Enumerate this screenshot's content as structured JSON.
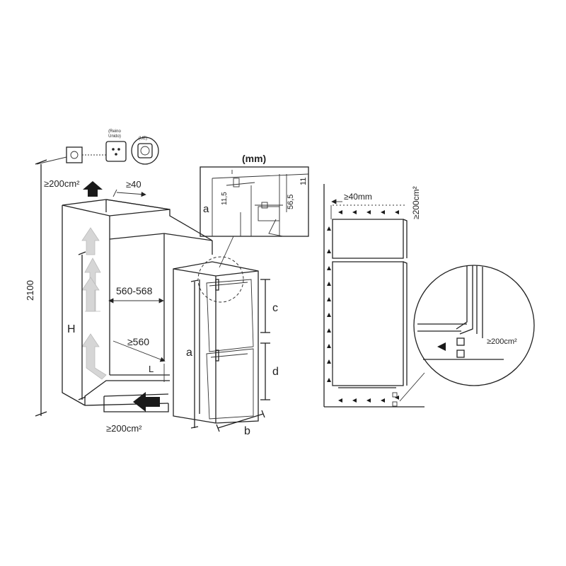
{
  "labels": {
    "height_total": "2100",
    "vent_top": "≥200cm²",
    "gap_top": "≥40",
    "niche_width": "560-568",
    "niche_depth": "≥560",
    "niche_height": "H",
    "plinth_L": "L",
    "vent_bottom": "≥200cm²",
    "unit_height": "a",
    "upper_door": "c",
    "lower_door": "d",
    "door_width": "b",
    "mm": "(mm)",
    "detail_a": "a",
    "detail_11_5": "11,5",
    "detail_56_5": "56,5",
    "detail_11": "11",
    "socket_uk_label_1": "(Reino",
    "socket_uk_label_2": "Unido)",
    "socket_eu_label": "(UE)",
    "side_gap": "≥40mm",
    "side_vent": "≥200cm²",
    "zoom_vent": "≥200cm²"
  },
  "colors": {
    "line": "#222222",
    "arrow_grey": "#cfcfcf",
    "arrow_dark": "#1a1a1a"
  }
}
